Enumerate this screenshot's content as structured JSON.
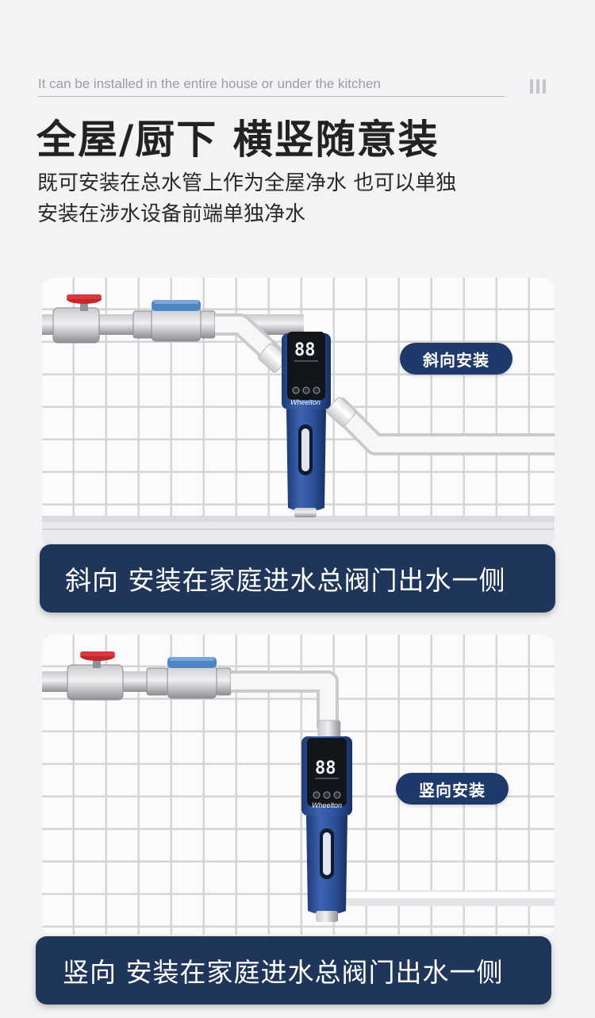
{
  "header": {
    "subtitle_en": "It can be installed in the entire house or under the kitchen",
    "title": "全屋/厨下 横竖随意装",
    "description_line1": "既可安装在总水管上作为全屋净水  也可以单独",
    "description_line2": "安装在涉水设备前端单独净水"
  },
  "section1": {
    "tag": "斜向安装",
    "banner": "斜向 安装在家庭进水总阀门出水一侧",
    "brand": "Wheelton",
    "display": "88"
  },
  "section2": {
    "tag": "竖向安装",
    "banner": "竖向 安装在家庭进水总阀门出水一侧",
    "brand": "Wheelton",
    "display": "88"
  },
  "colors": {
    "navy": "#1d3a6b",
    "banner": "#1f3559",
    "filter_blue": "#2d4f93",
    "valve_red": "#c0282c",
    "meter_blue": "#4f86c2"
  }
}
